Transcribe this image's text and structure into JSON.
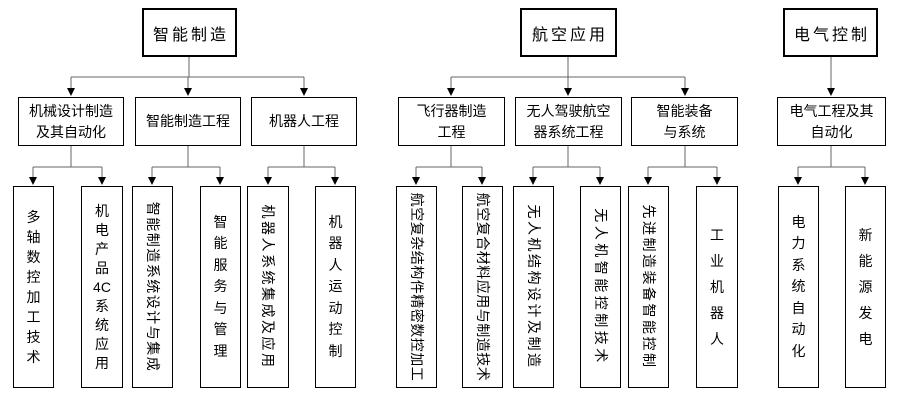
{
  "colors": {
    "background": "#ffffff",
    "box_border": "#000000",
    "text": "#000000",
    "connector_line": "#666666",
    "arrowhead": "#000000"
  },
  "sections": [
    {
      "root": {
        "label": "智能制造"
      },
      "children": [
        {
          "label": "机械设计制造\n及其自动化",
          "leaves": [
            {
              "label": "多\n轴\n数\n控\n加\n工\n技\n术",
              "orientation": "vertical-upright"
            },
            {
              "label": "机\n电\n产\n品\n4C\n系\n统\n应\n用",
              "orientation": "vertical-upright"
            }
          ]
        },
        {
          "label": "智能制造工程",
          "leaves": [
            {
              "label": "智能制造系统设计与集成",
              "orientation": "rotated-90"
            },
            {
              "label": "智\n能\n服\n务\n与\n管\n理",
              "orientation": "vertical-upright"
            }
          ]
        },
        {
          "label": "机器人工程",
          "leaves": [
            {
              "label": "机器人系统集成及应用",
              "orientation": "rotated-90"
            },
            {
              "label": "机\n器\n人\n运\n动\n控\n制",
              "orientation": "vertical-upright"
            }
          ]
        }
      ]
    },
    {
      "root": {
        "label": "航空应用"
      },
      "children": [
        {
          "label": "飞行器制造\n工程",
          "leaves": [
            {
              "label": "航空复杂结构件精密数控加工",
              "orientation": "rotated-90"
            },
            {
              "label": "航空复合材料应用与制造技术",
              "orientation": "rotated-90"
            }
          ]
        },
        {
          "label": "无人驾驶航空\n器系统工程",
          "leaves": [
            {
              "label": "无人机结构设计及制造",
              "orientation": "rotated-90"
            },
            {
              "label": "无人机智能控制技术",
              "orientation": "rotated-90"
            }
          ]
        },
        {
          "label": "智能装备\n与系统",
          "leaves": [
            {
              "label": "先进制造装备智能控制",
              "orientation": "rotated-90"
            },
            {
              "label": "工\n业\n机\n器\n人",
              "orientation": "vertical-upright"
            }
          ]
        }
      ]
    },
    {
      "root": {
        "label": "电气控制"
      },
      "children": [
        {
          "label": "电气工程及其\n自动化",
          "leaves": [
            {
              "label": "电\n力\n系\n统\n自\n动\n化",
              "orientation": "vertical-upright"
            },
            {
              "label": "新\n能\n源\n发\n电",
              "orientation": "vertical-upright"
            }
          ]
        }
      ]
    }
  ]
}
